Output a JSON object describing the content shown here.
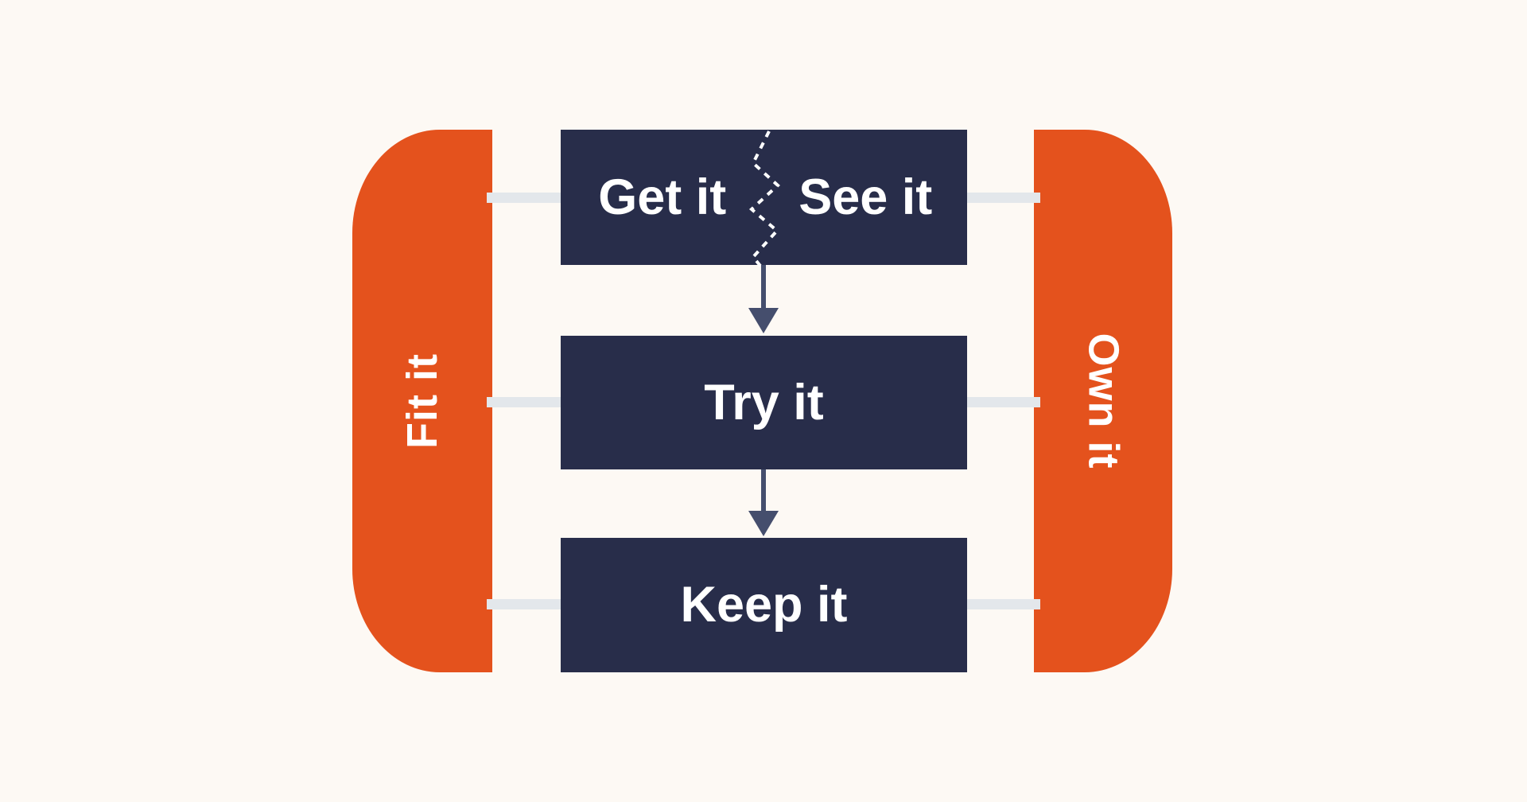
{
  "diagram": {
    "background_color": "#fdf9f4",
    "colors": {
      "capsule_orange": "#e4521d",
      "box_navy": "#282d4a",
      "connector_gray": "#e3e7eb",
      "arrow_navy": "#454e6d",
      "label_white": "#ffffff"
    },
    "side_labels": {
      "left": "Fit it",
      "right": "Own it"
    },
    "boxes": [
      {
        "left_label": "Get it",
        "right_label": "See it"
      },
      {
        "label": "Try it"
      },
      {
        "label": "Keep it"
      }
    ],
    "flow": {
      "direction": "top-to-bottom",
      "arrow_count": 2,
      "divider_style": "dashed-zigzag-tear"
    }
  }
}
